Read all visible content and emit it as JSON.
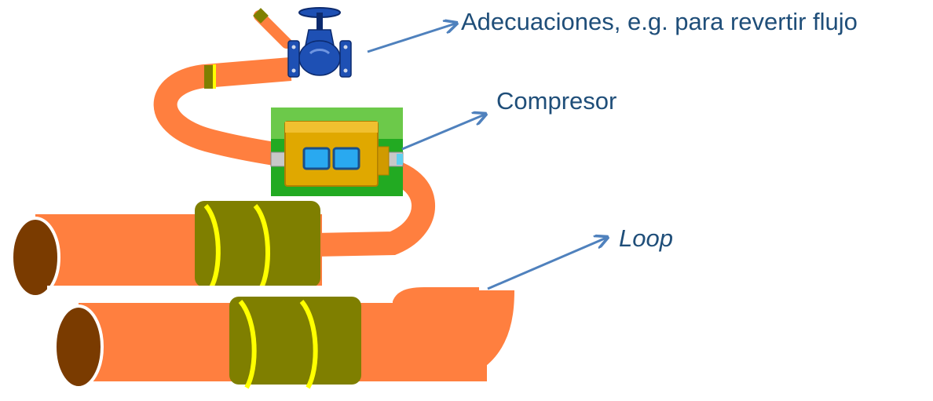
{
  "labels": {
    "valve": "Adecuaciones, e.g. para revertir flujo",
    "compressor": "Compresor",
    "loop": "Loop"
  },
  "colors": {
    "pipe": "#ff7f3f",
    "pipe_end": "#7a3b00",
    "collar": "#7f7f00",
    "ring": "#ffff00",
    "arrow": "#4f81bd",
    "label_text": "#1f4e79",
    "valve_body": "#1e50b4",
    "compressor_bg": "#22aa22",
    "compressor_box": "#e0a800",
    "compressor_window": "#29a9f0"
  },
  "icons": {
    "valve": "gate-valve-icon",
    "compressor": "compressor-icon"
  }
}
